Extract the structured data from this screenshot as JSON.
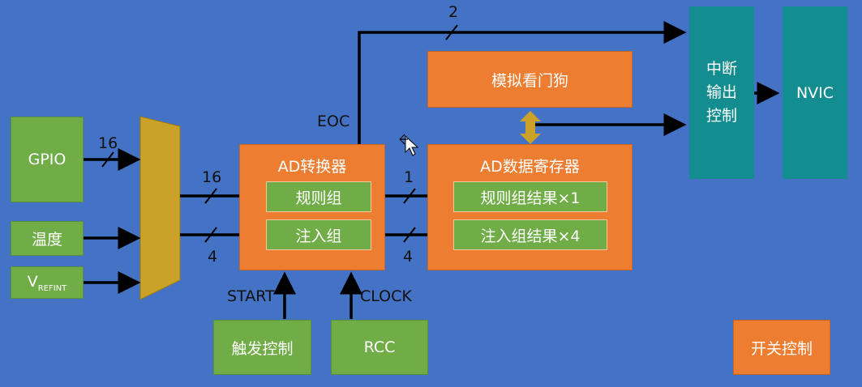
{
  "inputs": {
    "gpio": "GPIO",
    "temperature": "温度",
    "vrefint_main": "V",
    "vrefint_sub": "REFINT"
  },
  "labels": {
    "gpio_bits": "16",
    "regular_bits": "16",
    "injected_bits": "4",
    "eoc_bits": "2",
    "regular_out_bits": "1",
    "injected_out_bits": "4",
    "eoc": "EOC",
    "start": "START",
    "clock": "CLOCK"
  },
  "adc": {
    "title": "AD转换器",
    "regular_group": "规则组",
    "injected_group": "注入组"
  },
  "data_register": {
    "title": "AD数据寄存器",
    "regular_result": "规则组结果×1",
    "injected_result": "注入组结果×4"
  },
  "watchdog": "模拟看门狗",
  "interrupt_control": [
    "中断",
    "输出",
    "控制"
  ],
  "nvic": "NVIC",
  "trigger_control": "触发控制",
  "rcc": "RCC",
  "switch_control": "开关控制",
  "colors": {
    "background": "#4472c4",
    "green": "#70ad47",
    "orange": "#ed7d31",
    "teal": "#138d90",
    "mux": "#c9a227"
  }
}
